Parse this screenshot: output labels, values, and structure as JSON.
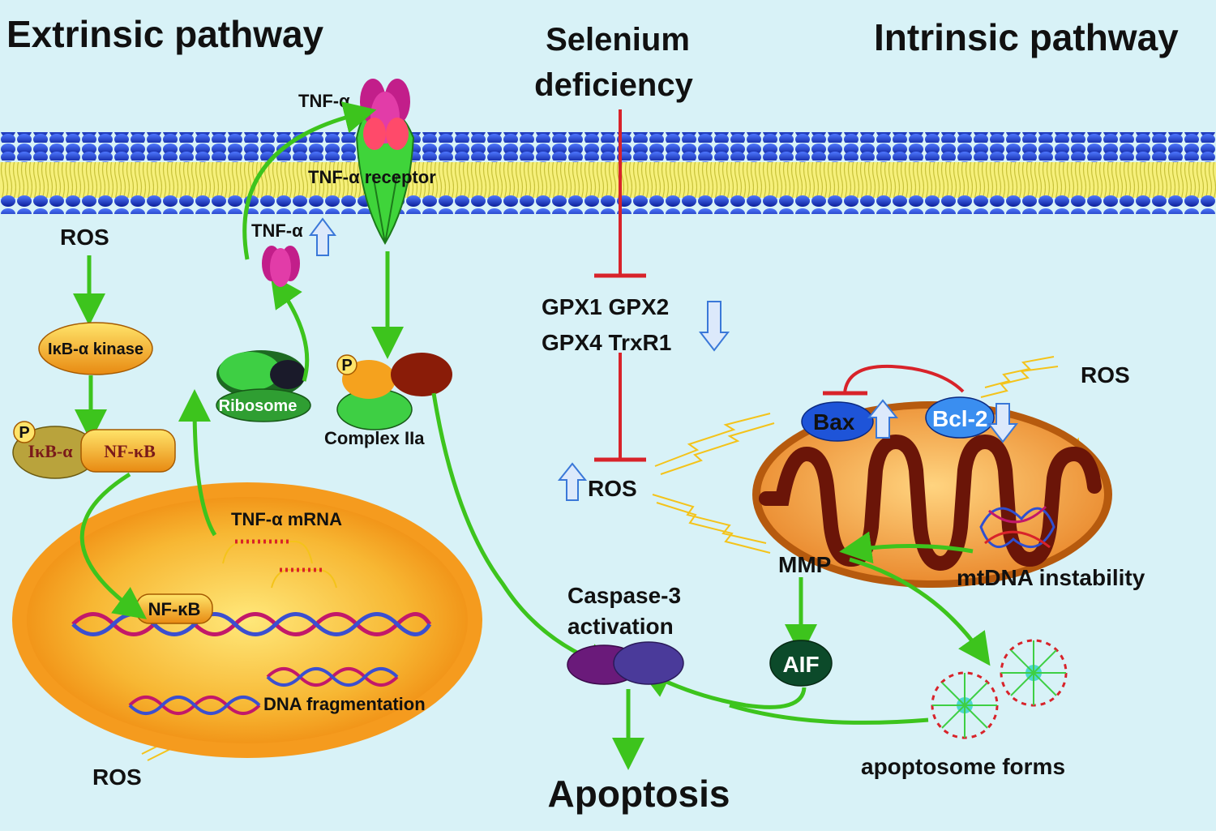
{
  "titles": {
    "extrinsic": "Extrinsic pathway",
    "intrinsic": "Intrinsic pathway",
    "selenium_line1": "Selenium",
    "selenium_line2": "deficiency",
    "apoptosis": "Apoptosis"
  },
  "membrane": {
    "tnf_alpha_top": "TNF-α",
    "receptor": "TNF-α receptor"
  },
  "extrinsic": {
    "ros_top": "ROS",
    "ikb_kinase": "IκB-α kinase",
    "phospho": "P",
    "ikb_alpha": "IκB-α",
    "nfkb_complex": "NF-κB",
    "nfkb_nucleus": "NF-κB",
    "tnf_mrna": "TNF-α mRNA",
    "ribosome": "Ribosome",
    "tnf_alpha_up": "TNF-α",
    "complex_iia": "Complex IIa",
    "complex_phospho": "P",
    "dna_fragmentation": "DNA fragmentation",
    "ros_bottom": "ROS"
  },
  "intrinsic": {
    "gpx_line1": "GPX1 GPX2",
    "gpx_line2": "GPX4 TrxR1",
    "ros_mid": "ROS",
    "ros_right": "ROS",
    "bax": "Bax",
    "bcl2": "Bcl-2",
    "mmp": "MMP",
    "mtdna": "mtDNA instability",
    "aif": "AIF",
    "caspase_line1": "Caspase-3",
    "caspase_line2": "activation",
    "apoptosome": "apoptosome forms"
  },
  "colors": {
    "background": "#d8f2f7",
    "membrane_head": "#1f3fd6",
    "membrane_tail": "#f6f07a",
    "arrow_green": "#3dc41d",
    "inhibit_red": "#d8232a",
    "up_down_arrow": "#3a78d8",
    "nucleus": "#f59b1e",
    "mitochondria": "#f5a43a",
    "cristae": "#6b1508"
  }
}
